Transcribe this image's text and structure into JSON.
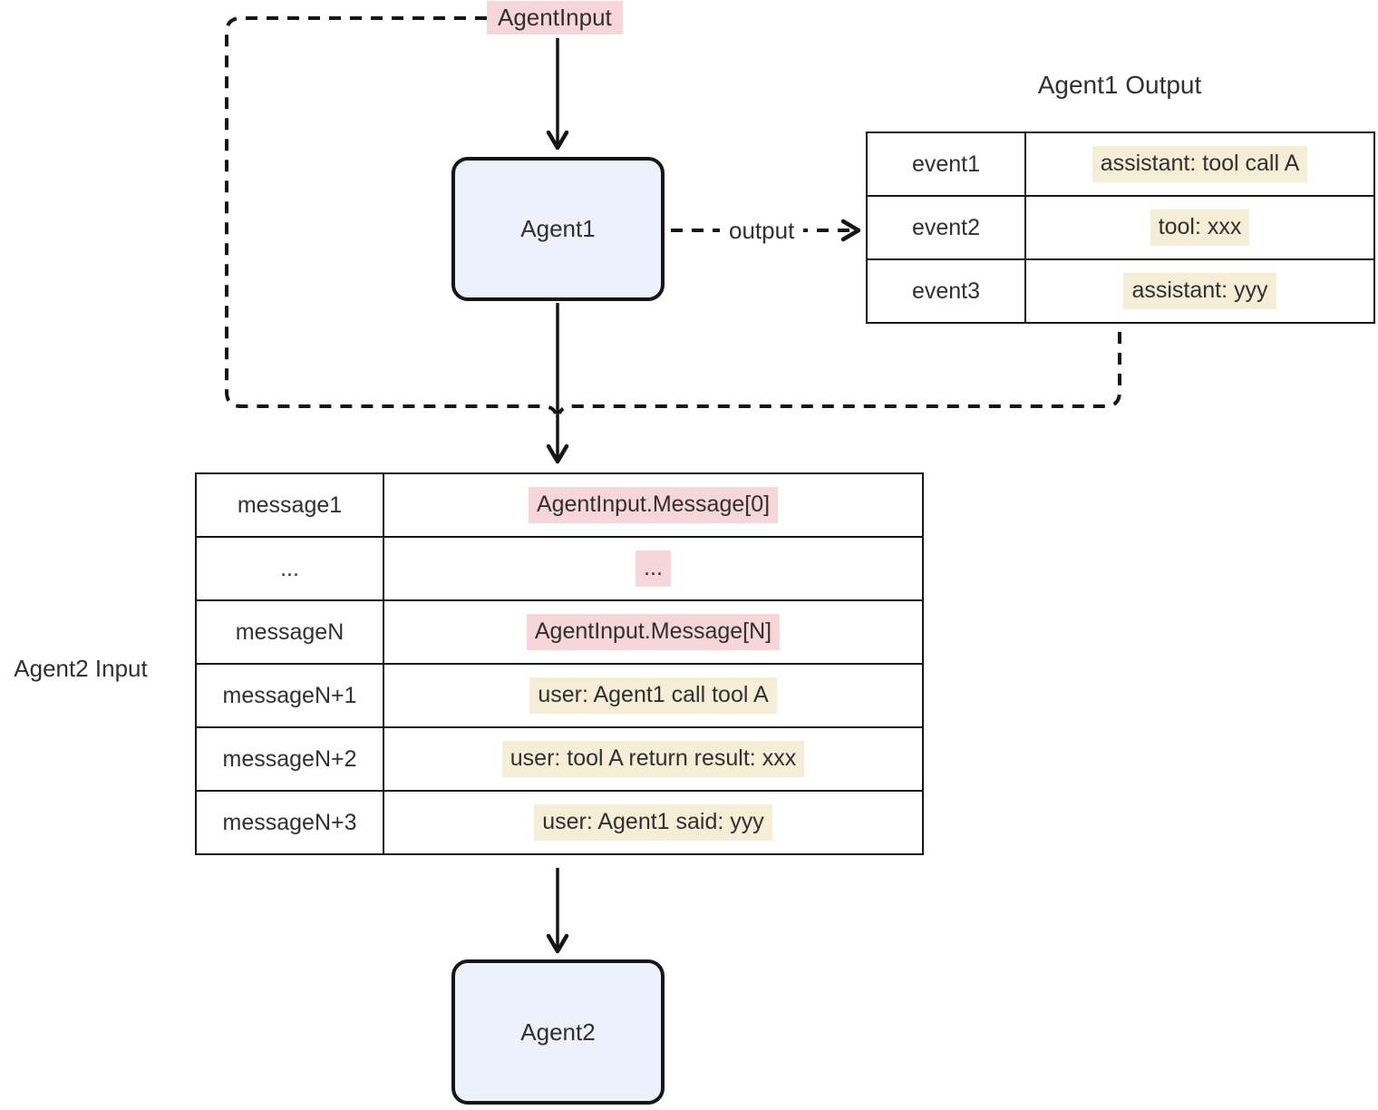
{
  "colors": {
    "pink": "#f6d6d8",
    "cream": "#f5edd6",
    "node_fill": "#edf1fb",
    "line": "#161616",
    "text": "#303030",
    "bg": "#ffffff"
  },
  "nodes": {
    "agent_input_label": "AgentInput",
    "agent1": "Agent1",
    "agent2": "Agent2"
  },
  "edges": {
    "output_label": "output"
  },
  "agent1_output": {
    "title": "Agent1 Output",
    "rows": [
      {
        "key": "event1",
        "value": "assistant: tool call A",
        "hl": "cream"
      },
      {
        "key": "event2",
        "value": "tool: xxx",
        "hl": "cream"
      },
      {
        "key": "event3",
        "value": "assistant: yyy",
        "hl": "cream"
      }
    ]
  },
  "agent2_input": {
    "title": "Agent2 Input",
    "rows": [
      {
        "key": "message1",
        "value": "AgentInput.Message[0]",
        "hl": "pink"
      },
      {
        "key": "...",
        "value": "...",
        "hl": "pink"
      },
      {
        "key": "messageN",
        "value": "AgentInput.Message[N]",
        "hl": "pink"
      },
      {
        "key": "messageN+1",
        "value": "user: Agent1 call tool A",
        "hl": "cream"
      },
      {
        "key": "messageN+2",
        "value": "user: tool A return result: xxx",
        "hl": "cream"
      },
      {
        "key": "messageN+3",
        "value": "user: Agent1 said: yyy",
        "hl": "cream"
      }
    ]
  }
}
